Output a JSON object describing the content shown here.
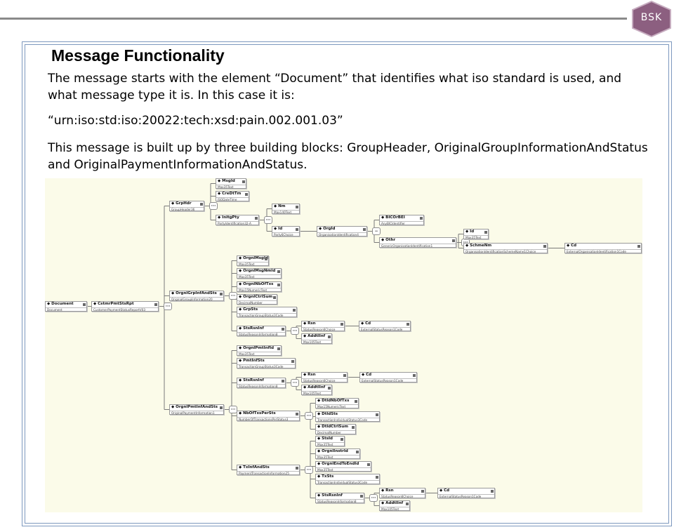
{
  "logo": {
    "text": "BSK",
    "color": "#8c5f80"
  },
  "title": "Message Functionality",
  "paragraphs": {
    "intro": "The message starts with the element “Document” that identifies what iso standard is used, and what message type it is. In this case it is:",
    "namespace": "“urn:iso:std:iso:20022:tech:xsd:pain.002.001.03”",
    "blocks": "This message is built up by three building blocks: GroupHeader, OriginalGroupInformationAndStatus and OriginalPaymentInformationAndStatus."
  },
  "diagram": {
    "compositor_seq": "···",
    "compositor_choice": "−",
    "nodes": [
      {
        "id": "doc",
        "name": "Document",
        "type": "Document"
      },
      {
        "id": "rpt",
        "name": "CstmrPmtStsRpt",
        "type": "CustomerPaymentStatusReportV03"
      },
      {
        "id": "grphdr",
        "name": "GrpHdr",
        "type": "GroupHeader36"
      },
      {
        "id": "msgid",
        "name": "MsgId",
        "type": "Max35Text"
      },
      {
        "id": "credt",
        "name": "CreDtTm",
        "type": "ISODateTime"
      },
      {
        "id": "initg",
        "name": "InitgPty",
        "type": "PartyIdentification32-A"
      },
      {
        "id": "nm",
        "name": "Nm",
        "type": "Max140Text"
      },
      {
        "id": "id1",
        "name": "Id",
        "type": "Party6Choice"
      },
      {
        "id": "orgid",
        "name": "OrgId",
        "type": "OrganisationIdentification4"
      },
      {
        "id": "bic",
        "name": "BICOrBEI",
        "type": "AnyBICIdentifier"
      },
      {
        "id": "othr",
        "name": "Othr",
        "type": "GenericOrganisationIdentification1"
      },
      {
        "id": "id2",
        "name": "Id",
        "type": "Max35Text"
      },
      {
        "id": "schme",
        "name": "SchmeNm",
        "type": "OrganisationIdentificationSchemeName1Choice"
      },
      {
        "id": "cd1",
        "name": "Cd",
        "type": "ExternalOrganisationIdentification1Code"
      },
      {
        "id": "ogrp",
        "name": "OrgnlGrpInfAndSts",
        "type": "OriginalGroupInformation20"
      },
      {
        "id": "omsgid",
        "name": "OrgnlMsgId",
        "type": "Max35Text"
      },
      {
        "id": "omsgnm",
        "name": "OrgnlMsgNmId",
        "type": "Max35Text"
      },
      {
        "id": "onbtx",
        "name": "OrgnlNbOfTxs",
        "type": "Max15NumericText"
      },
      {
        "id": "octrl",
        "name": "OrgnlCtrlSum",
        "type": "DecimalNumber"
      },
      {
        "id": "grpsts",
        "name": "GrpSts",
        "type": "TransactionGroupStatus3Code"
      },
      {
        "id": "srsn1",
        "name": "StsRsnInf",
        "type": "StatusReasonInformation8"
      },
      {
        "id": "rsn1",
        "name": "Rsn",
        "type": "StatusReason6Choice"
      },
      {
        "id": "cd2",
        "name": "Cd",
        "type": "ExternalStatusReason1Code"
      },
      {
        "id": "addt1",
        "name": "AddtlInf",
        "type": "Max105Text"
      },
      {
        "id": "opmt",
        "name": "OrgnlPmtInfAndSts",
        "type": "OriginalPaymentInformation1"
      },
      {
        "id": "opmtid",
        "name": "OrgnlPmtInfId",
        "type": "Max35Text"
      },
      {
        "id": "pists",
        "name": "PmtInfSts",
        "type": "TransactionGroupStatus3Code"
      },
      {
        "id": "srsn2",
        "name": "StsRsnInf",
        "type": "StatusReasonInformation8"
      },
      {
        "id": "rsn2",
        "name": "Rsn",
        "type": "StatusReason6Choice"
      },
      {
        "id": "cd3",
        "name": "Cd",
        "type": "ExternalStatusReason1Code"
      },
      {
        "id": "addt2",
        "name": "AddtlInf",
        "type": "Max105Text"
      },
      {
        "id": "nbtxp",
        "name": "NbOfTxsPerSts",
        "type": "NumberOfTransactionsPerStatus3"
      },
      {
        "id": "dtlnb",
        "name": "DtldNbOfTxs",
        "type": "Max15NumericText"
      },
      {
        "id": "dtlsts",
        "name": "DtldSts",
        "type": "TransactionIndividualStatus3Code"
      },
      {
        "id": "dtlctl",
        "name": "DtldCtrlSum",
        "type": "DecimalNumber"
      },
      {
        "id": "txinf",
        "name": "TxInfAndSts",
        "type": "PaymentTransactionInformation25"
      },
      {
        "id": "stsid",
        "name": "StsId",
        "type": "Max35Text"
      },
      {
        "id": "oinstr",
        "name": "OrgnlInstrId",
        "type": "Max35Text"
      },
      {
        "id": "oe2e",
        "name": "OrgnlEndToEndId",
        "type": "Max35Text"
      },
      {
        "id": "txsts",
        "name": "TxSts",
        "type": "TransactionIndividualStatus3Code"
      },
      {
        "id": "srsn3",
        "name": "StsRsnInf",
        "type": "StatusReasonInformation8"
      },
      {
        "id": "rsn3",
        "name": "Rsn",
        "type": "StatusReason6Choice"
      },
      {
        "id": "cd4",
        "name": "Cd",
        "type": "ExternalStatusReason1Code"
      },
      {
        "id": "addt3",
        "name": "AddtlInf",
        "type": "Max105Text"
      }
    ]
  }
}
